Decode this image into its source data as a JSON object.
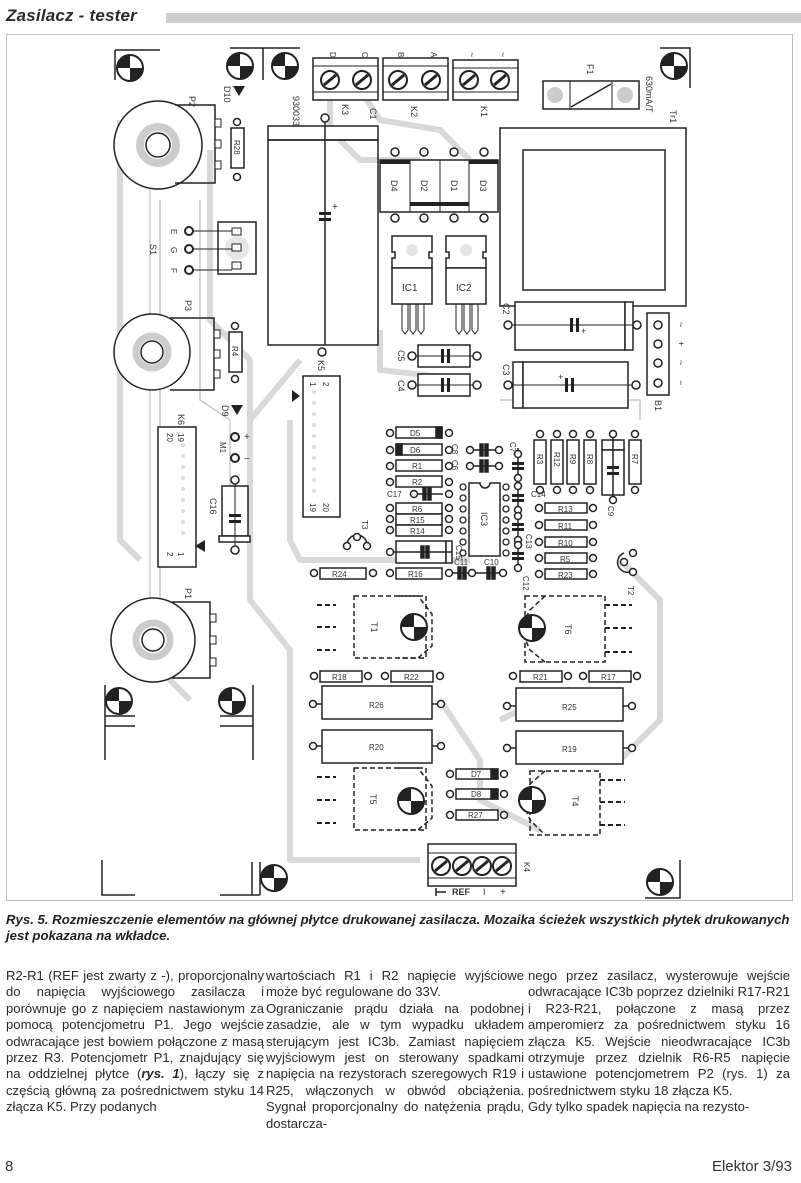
{
  "header": {
    "title": "Zasilacz - tester"
  },
  "figure": {
    "caption": "Rys. 5. Rozmieszczenie elementów na głównej płytce drukowanej zasilacza. Mozaika ścieżek wszystkich płytek drukowanych jest pokazana na wkładce.",
    "board_id": "930033",
    "connectors": {
      "K3": {
        "label": "K3",
        "pins": [
          "D",
          "C"
        ]
      },
      "K2": {
        "label": "K2",
        "pins": [
          "B",
          "A"
        ]
      },
      "K1": {
        "label": "K1",
        "pins": [
          "~",
          "~"
        ]
      },
      "K4": {
        "label": "K4",
        "pins": [
          "−",
          "REF",
          "I",
          "+"
        ]
      },
      "K5": {
        "label": "K5",
        "pin_first": "1",
        "pin_second": "2",
        "pin_end_a": "19",
        "pin_end_b": "20"
      },
      "K6": {
        "label": "K6",
        "pin_first": "1",
        "pin_second": "2",
        "pin_end_a": "19",
        "pin_end_b": "20"
      }
    },
    "fuse": {
      "label": "F1",
      "rating": "630mA/T"
    },
    "transformer": {
      "label": "Tr1"
    },
    "bridge": {
      "label": "B1",
      "pins": [
        "~",
        "+",
        "~",
        "−"
      ]
    },
    "switch": {
      "label": "S1",
      "pins": [
        "E",
        "G",
        "F"
      ]
    },
    "pots": [
      "P2",
      "P3",
      "P1"
    ],
    "meter": {
      "label": "M1",
      "plus": "+",
      "minus": "−"
    },
    "diodes_bridge": [
      "D4",
      "D2",
      "D1",
      "D3"
    ],
    "leds": [
      "D10",
      "D9"
    ],
    "ics": [
      "IC1",
      "IC2",
      "IC3"
    ],
    "capacitors": [
      "C1",
      "C2",
      "C3",
      "C4",
      "C5",
      "C6",
      "C7",
      "C8",
      "C9",
      "C10",
      "C11",
      "C12",
      "C13",
      "C14",
      "C15",
      "C16",
      "C17"
    ],
    "resistors_small_left": [
      "R1",
      "R2",
      "R6",
      "R15",
      "R14",
      "R16"
    ],
    "resistors_vertical": [
      "R3",
      "R12",
      "R9",
      "R8",
      "R7"
    ],
    "resistors_right": [
      "R13",
      "R11",
      "R10",
      "R5",
      "R23"
    ],
    "resistors_misc": {
      "R4": "R4",
      "R28": "R28",
      "R24": "R24",
      "R18": "R18",
      "R22": "R22",
      "R21": "R21",
      "R17": "R17",
      "R27": "R27"
    },
    "power_resistors": [
      "R26",
      "R25",
      "R20",
      "R19"
    ],
    "small_diodes": [
      "D5",
      "D6",
      "D7",
      "D8"
    ],
    "transistors": [
      "T1",
      "T2",
      "T3",
      "T4",
      "T5",
      "T6"
    ]
  },
  "article": {
    "col1": [
      "R2-R1 (REF jest zwarty z -), proporcjonalny do napięcia wyjściowego zasilacza i porównuje go z napięciem nastawionym za pomocą potencjometru P1. Jego wejście odwracające jest bowiem połączone z masą przez R3. Potencjometr P1, znajdujący się na oddzielnej płytce (",
      "rys. 1",
      "), łączy się z częścią główną za pośrednictwem styku 14 złącza K5. Przy podanych"
    ],
    "col2": [
      "wartościach R1 i R2 napięcie wyjściowe może być regulowane do 33V.",
      "Ograniczanie prądu działa na podobnej zasadzie, ale w tym wypadku układem sterującym jest IC3b. Zamiast napięciem wyjściowym jest on sterowany spadkami napięcia na rezystorach szeregowych R19 i R25, włączonych w obwód obciążenia. Sygnał proporcjonalny do natężenia prądu, dostarcza-"
    ],
    "col3": [
      "nego przez zasilacz, wysterowuje wejście odwracające IC3b poprzez dzielniki R17-R21 i R23-R21, połączone z masą przez amperomierz za pośrednictwem styku 16 złącza K5. Wejście nieodwracające IC3b otrzymuje przez dzielnik R6-R5 napięcie ustawione potencjometrem P2 (rys. 1) za pośrednictwem styku 18 złącza K5.",
      "Gdy tylko spadek napięcia na rezysto-"
    ]
  },
  "footer": {
    "page_number": "8",
    "publication": "Elektor 3/93"
  }
}
